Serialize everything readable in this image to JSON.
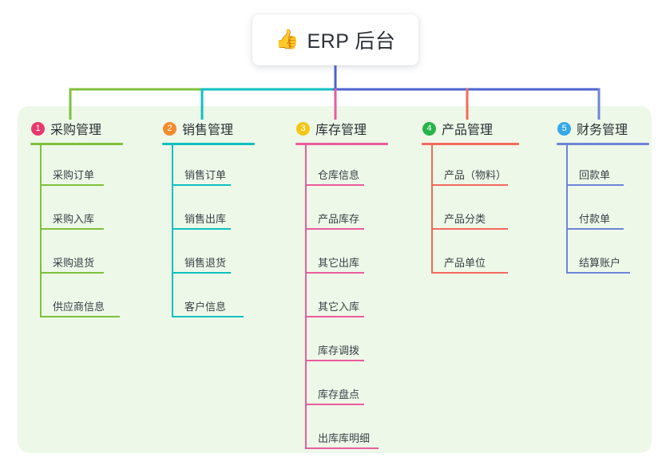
{
  "root": {
    "icon": "thumbs-up-icon",
    "icon_glyph": "👍",
    "title": "ERP 后台"
  },
  "palette": {
    "panel_background": "#eef8e8",
    "page_background": "#ffffff",
    "text": "#2b2f36",
    "green": "#7ec13d",
    "teal": "#0fc0c0",
    "pink": "#ea5c9e",
    "red": "#f4695f",
    "blue": "#4a63cf",
    "blue_light": "#8fa4dc",
    "badge1": "#e8386c",
    "badge2": "#f58b2c",
    "badge3": "#f5c518",
    "badge4": "#27b44a",
    "badge5": "#36a8e8"
  },
  "columns": [
    {
      "number": "1",
      "title": "采购管理",
      "badge_color": "#e8386c",
      "line_color": "#7ec13d",
      "items": [
        "采购订单",
        "采购入库",
        "采购退货",
        "供应商信息"
      ]
    },
    {
      "number": "2",
      "title": "销售管理",
      "badge_color": "#f58b2c",
      "line_color": "#0fc0c0",
      "items": [
        "销售订单",
        "销售出库",
        "销售退货",
        "客户信息"
      ]
    },
    {
      "number": "3",
      "title": "库存管理",
      "badge_color": "#f5c518",
      "line_color": "#ea5c9e",
      "items": [
        "仓库信息",
        "产品库存",
        "其它出库",
        "其它入库",
        "库存调拨",
        "库存盘点",
        "出库库明细"
      ]
    },
    {
      "number": "4",
      "title": "产品管理",
      "badge_color": "#27b44a",
      "line_color": "#f4695f",
      "items": [
        "产品（物料）",
        "产品分类",
        "产品单位"
      ]
    },
    {
      "number": "5",
      "title": "财务管理",
      "badge_color": "#36a8e8",
      "line_color": "#6d85d8",
      "items": [
        "回款单",
        "付款单",
        "结算账户"
      ]
    }
  ]
}
